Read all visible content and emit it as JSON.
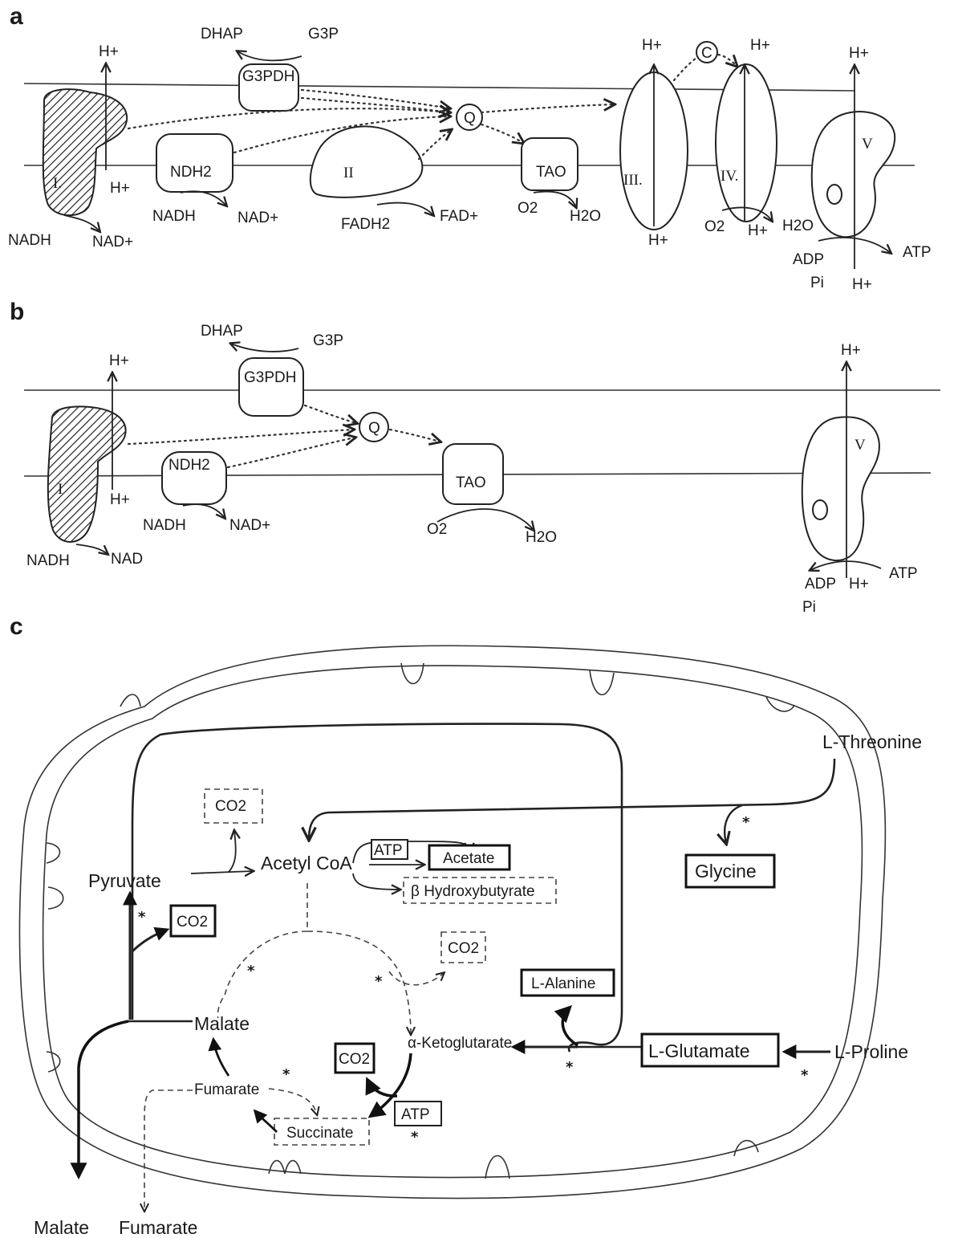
{
  "panels": {
    "a": "a",
    "b": "b",
    "c": "c"
  },
  "a": {
    "h_plus": "H+",
    "dhap": "DHAP",
    "g3p": "G3P",
    "g3pdh": "G3PDH",
    "complex_i": "I.",
    "complex_ii": "II",
    "complex_iii": "III.",
    "complex_iv": "IV.",
    "complex_v": "V",
    "ndh2": "NDH2",
    "q": "Q",
    "tao": "TAO",
    "cyt_c": "C",
    "nadh": "NADH",
    "nad": "NAD+",
    "fadh2": "FADH2",
    "fad": "FAD+",
    "o2": "O2",
    "h2o": "H2O",
    "adp": "ADP",
    "pi": "Pi",
    "atp": "ATP"
  },
  "b": {
    "h_plus": "H+",
    "dhap": "DHAP",
    "g3p": "G3P",
    "g3pdh": "G3PDH",
    "complex_i": "I",
    "complex_v": "V",
    "ndh2": "NDH2",
    "q": "Q",
    "tao": "TAO",
    "nadh": "NADH",
    "nad_plus": "NAD+",
    "nad": "NAD",
    "o2": "O2",
    "h2o": "H2O",
    "adp": "ADP",
    "pi": "Pi",
    "atp": "ATP"
  },
  "c": {
    "l_threonine": "L-Threonine",
    "glycine": "Glycine",
    "co2": "CO2",
    "acetyl_coa": "Acetyl CoA",
    "atp": "ATP",
    "acetate": "Acetate",
    "hydroxybutyrate": "β Hydroxybutyrate",
    "pyruvate": "Pyruvate",
    "l_alanine": "L-Alanine",
    "malate": "Malate",
    "ketoglutarate": "α-Ketoglutarate",
    "l_glutamate": "L-Glutamate",
    "l_proline": "L-Proline",
    "fumarate": "Fumarate",
    "succinate": "Succinate",
    "malate_out": "Malate",
    "fumarate_out": "Fumarate",
    "asterisk": "*"
  }
}
